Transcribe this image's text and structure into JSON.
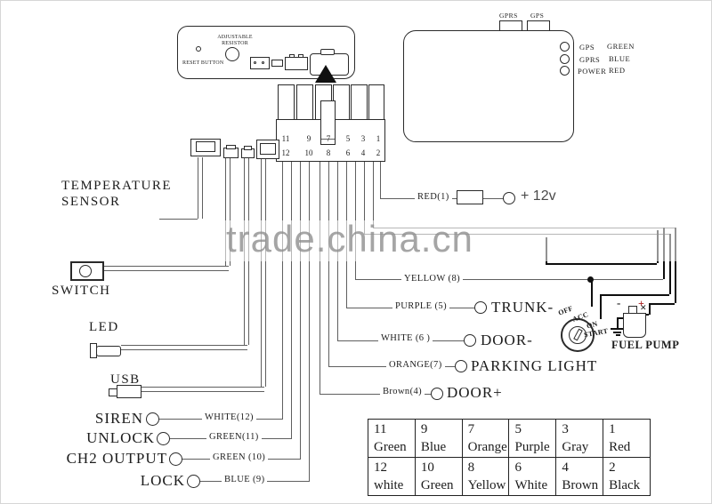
{
  "watermark": {
    "text": "trade.china.cn"
  },
  "device_unit": {
    "adjustable_resistor": "ADJUSTABLE RESISTOR",
    "reset_button": "RESET BUTTON"
  },
  "gps_unit": {
    "port_gprs": "GPRS",
    "port_gps": "GPS",
    "led_rows": [
      {
        "name": "GPS",
        "color": "GREEN"
      },
      {
        "name": "GPRS",
        "color": "BLUE"
      },
      {
        "name": "POWER",
        "color": "RED"
      }
    ]
  },
  "connector": {
    "top_row": [
      "11",
      "9",
      "7",
      "5",
      "3",
      "1"
    ],
    "bottom_row": [
      "12",
      "10",
      "8",
      "6",
      "4",
      "2"
    ]
  },
  "left_side": {
    "temperature_sensor": {
      "line1": "TEMPERATURE",
      "line2": "SENSOR"
    },
    "switch_label": "SWITCH",
    "led_label": "LED",
    "usb_label": "USB",
    "outputs": [
      {
        "label": "SIREN",
        "wire": "WHITE(12)"
      },
      {
        "label": "UNLOCK",
        "wire": "GREEN(11)"
      },
      {
        "label": "CH2 OUTPUT",
        "wire": "GREEN (10)"
      },
      {
        "label": "LOCK",
        "wire": "BLUE (9)"
      }
    ]
  },
  "right_side": {
    "power": {
      "wire": "RED(1)",
      "target": "+ 12v"
    },
    "wires": [
      {
        "wire": "YELLOW (8)",
        "target": ""
      },
      {
        "wire": "PURPLE (5)",
        "target": "TRUNK-"
      },
      {
        "wire": "WHITE (6 )",
        "target": "DOOR-"
      },
      {
        "wire": "ORANGE(7)",
        "target": "PARKING LIGHT"
      },
      {
        "wire": "Brown(4)",
        "target": "DOOR+"
      }
    ],
    "ignition": {
      "positions": [
        "OFF",
        "ACC",
        "ON",
        "START"
      ]
    },
    "fuel_pump": {
      "label": "FUEL PUMP",
      "minus": "-",
      "plus": "+"
    }
  },
  "pin_table": {
    "rows": [
      [
        {
          "pin": "11",
          "color": "Green"
        },
        {
          "pin": "9",
          "color": "Blue"
        },
        {
          "pin": "7",
          "color": "Orange"
        },
        {
          "pin": "5",
          "color": "Purple"
        },
        {
          "pin": "3",
          "color": "Gray"
        },
        {
          "pin": "1",
          "color": "Red"
        }
      ],
      [
        {
          "pin": "12",
          "color": "white"
        },
        {
          "pin": "10",
          "color": "Green"
        },
        {
          "pin": "8",
          "color": "Yellow"
        },
        {
          "pin": "6",
          "color": "White"
        },
        {
          "pin": "4",
          "color": "Brown"
        },
        {
          "pin": "2",
          "color": "Black"
        }
      ]
    ]
  }
}
